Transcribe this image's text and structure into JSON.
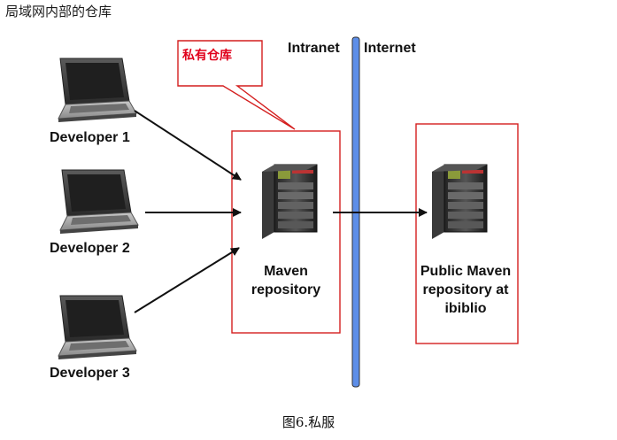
{
  "heading": "局域网内部的仓库",
  "caption": "图6.私服",
  "callout": "私有仓库",
  "zones": {
    "intranet": "Intranet",
    "internet": "Internet"
  },
  "developers": [
    "Developer 1",
    "Developer 2",
    "Developer 3"
  ],
  "private_repo": {
    "line1": "Maven",
    "line2": "repository"
  },
  "public_repo": {
    "line1": "Public Maven",
    "line2": "repository at",
    "line3": "ibiblio"
  },
  "colors": {
    "box": "#d41e1e",
    "divider": "#5d8ee8",
    "callout_text": "#e0001b"
  },
  "icons": {
    "developer": "laptop-icon",
    "server": "server-icon"
  }
}
